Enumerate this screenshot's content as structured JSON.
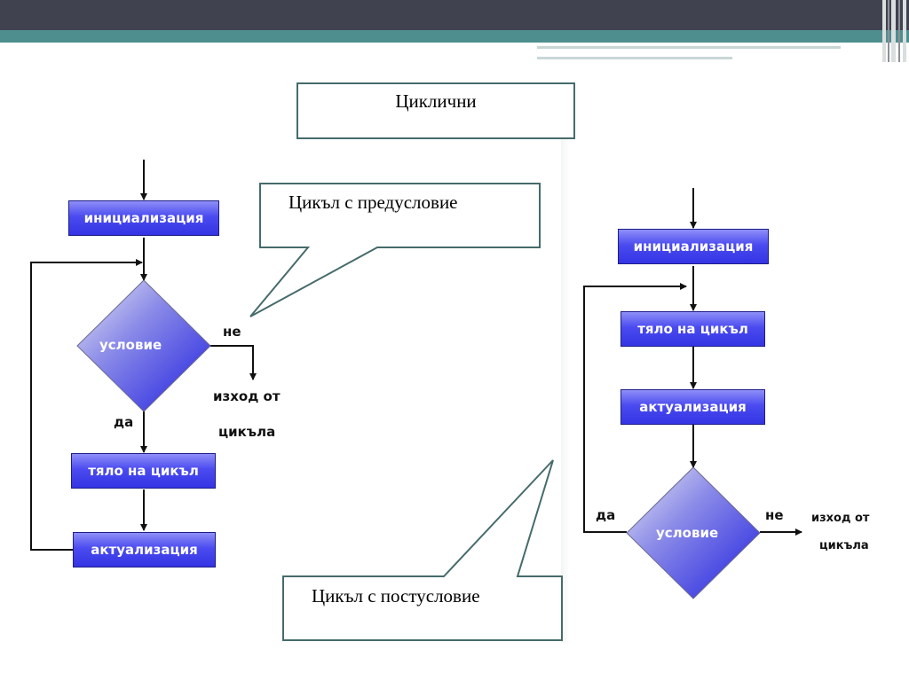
{
  "slide": {
    "title": "Циклични"
  },
  "callouts": {
    "precondition": "Цикъл с предусловие",
    "postcondition": "Цикъл с постусловие"
  },
  "left_flowchart": {
    "init": "инициализация",
    "condition": "условие",
    "no_label": "не",
    "exit_line1": "изход от",
    "exit_line2": "цикъла",
    "yes_label": "да",
    "body": "тяло на цикъл",
    "update": "актуализация"
  },
  "right_flowchart": {
    "init": "инициализация",
    "body": "тяло на цикъл",
    "update": "актуализация",
    "condition": "условие",
    "yes_label": "да",
    "no_label": "не",
    "exit_line1": "изход от",
    "exit_line2": "цикъла"
  },
  "colors": {
    "header_dark": "#40424f",
    "header_teal": "#4f8e8f",
    "box_fill": "#4b4bf0",
    "callout_border": "#466b6b"
  }
}
